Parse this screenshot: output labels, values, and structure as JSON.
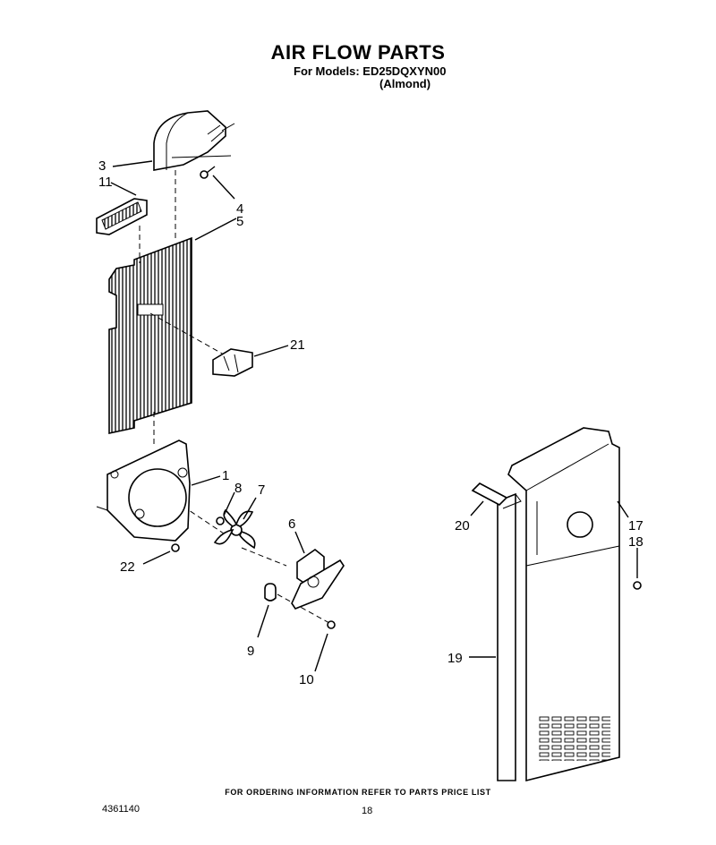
{
  "header": {
    "title": "AIR FLOW PARTS",
    "models_line": "For Models: ED25DQXYN00",
    "color_line": "(Almond)"
  },
  "callouts": [
    "1",
    "3",
    "4",
    "5",
    "6",
    "7",
    "8",
    "9",
    "10",
    "11",
    "17",
    "18",
    "19",
    "20",
    "21",
    "22"
  ],
  "footer": {
    "ordering_note": "FOR ORDERING INFORMATION REFER TO PARTS PRICE LIST",
    "doc_number": "4361140",
    "page_number": "18"
  }
}
